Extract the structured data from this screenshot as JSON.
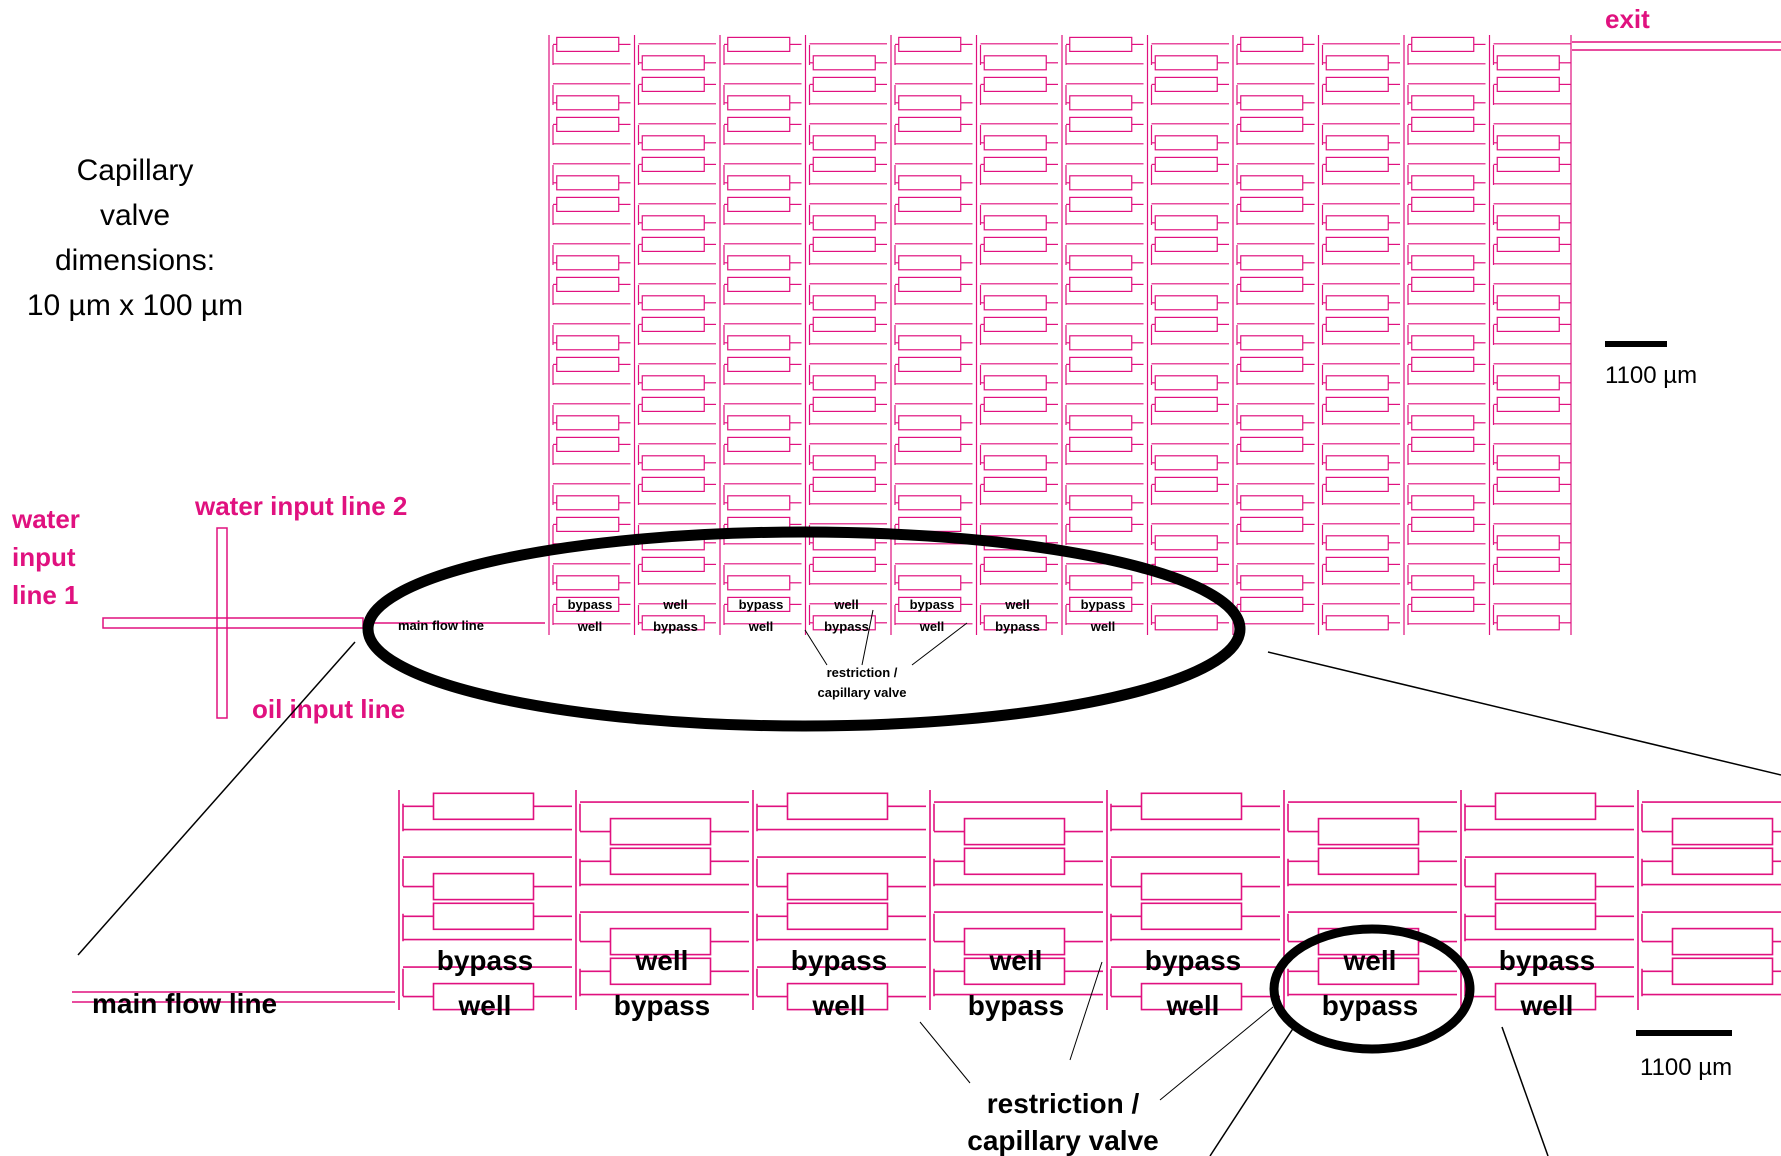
{
  "title_block": {
    "line1": "Capillary",
    "line2": "valve",
    "line3": "dimensions:",
    "line4": "10 µm x 100 µm"
  },
  "labels": {
    "exit": "exit",
    "water_input_line_1": [
      "water",
      "input",
      "line 1"
    ],
    "water_input_line_2": "water input line 2",
    "oil_input_line": "oil input line",
    "main_flow_line": "main flow line",
    "restriction": [
      "restriction /",
      "capillary valve"
    ]
  },
  "scale_bars": {
    "top": "1100 µm",
    "bottom": "1100 µm"
  },
  "bottom_row_small": {
    "top_row": [
      "bypass",
      "well",
      "bypass",
      "well",
      "bypass",
      "well",
      "bypass"
    ],
    "bottom_row": [
      "well",
      "bypass",
      "well",
      "bypass",
      "well",
      "bypass",
      "well"
    ]
  },
  "zoom_row": {
    "top_row": [
      "bypass",
      "well",
      "bypass",
      "well",
      "bypass",
      "well",
      "bypass"
    ],
    "bottom_row": [
      "well",
      "bypass",
      "well",
      "bypass",
      "well",
      "bypass",
      "well"
    ]
  },
  "colors": {
    "channel": "#e0117f",
    "outline": "#000000"
  }
}
